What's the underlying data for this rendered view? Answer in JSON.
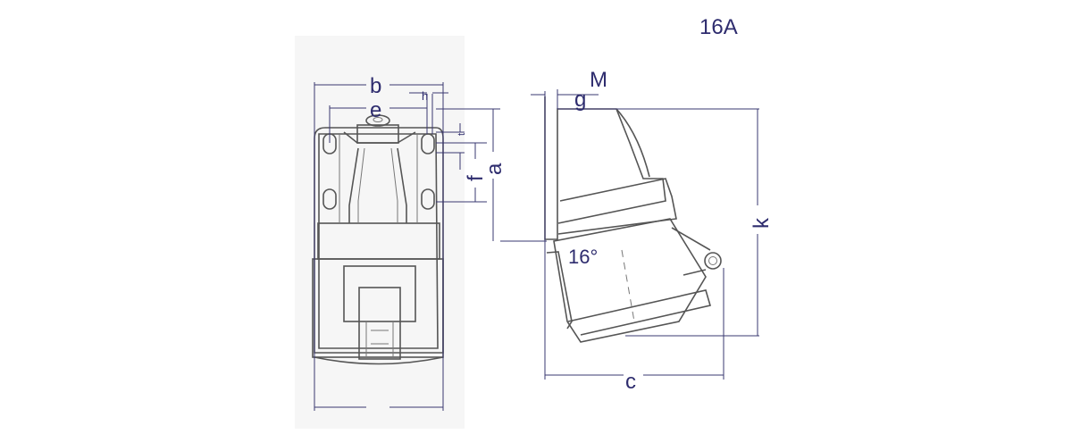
{
  "rating": "16A",
  "dimensions": {
    "a": "a",
    "b": "b",
    "c": "c",
    "e": "e",
    "f": "f",
    "g": "g",
    "h": "h",
    "k": "k",
    "M": "M",
    "t": "t"
  },
  "angle": "16°",
  "colors": {
    "label": "#2e2c6e",
    "outline": "#555555"
  }
}
